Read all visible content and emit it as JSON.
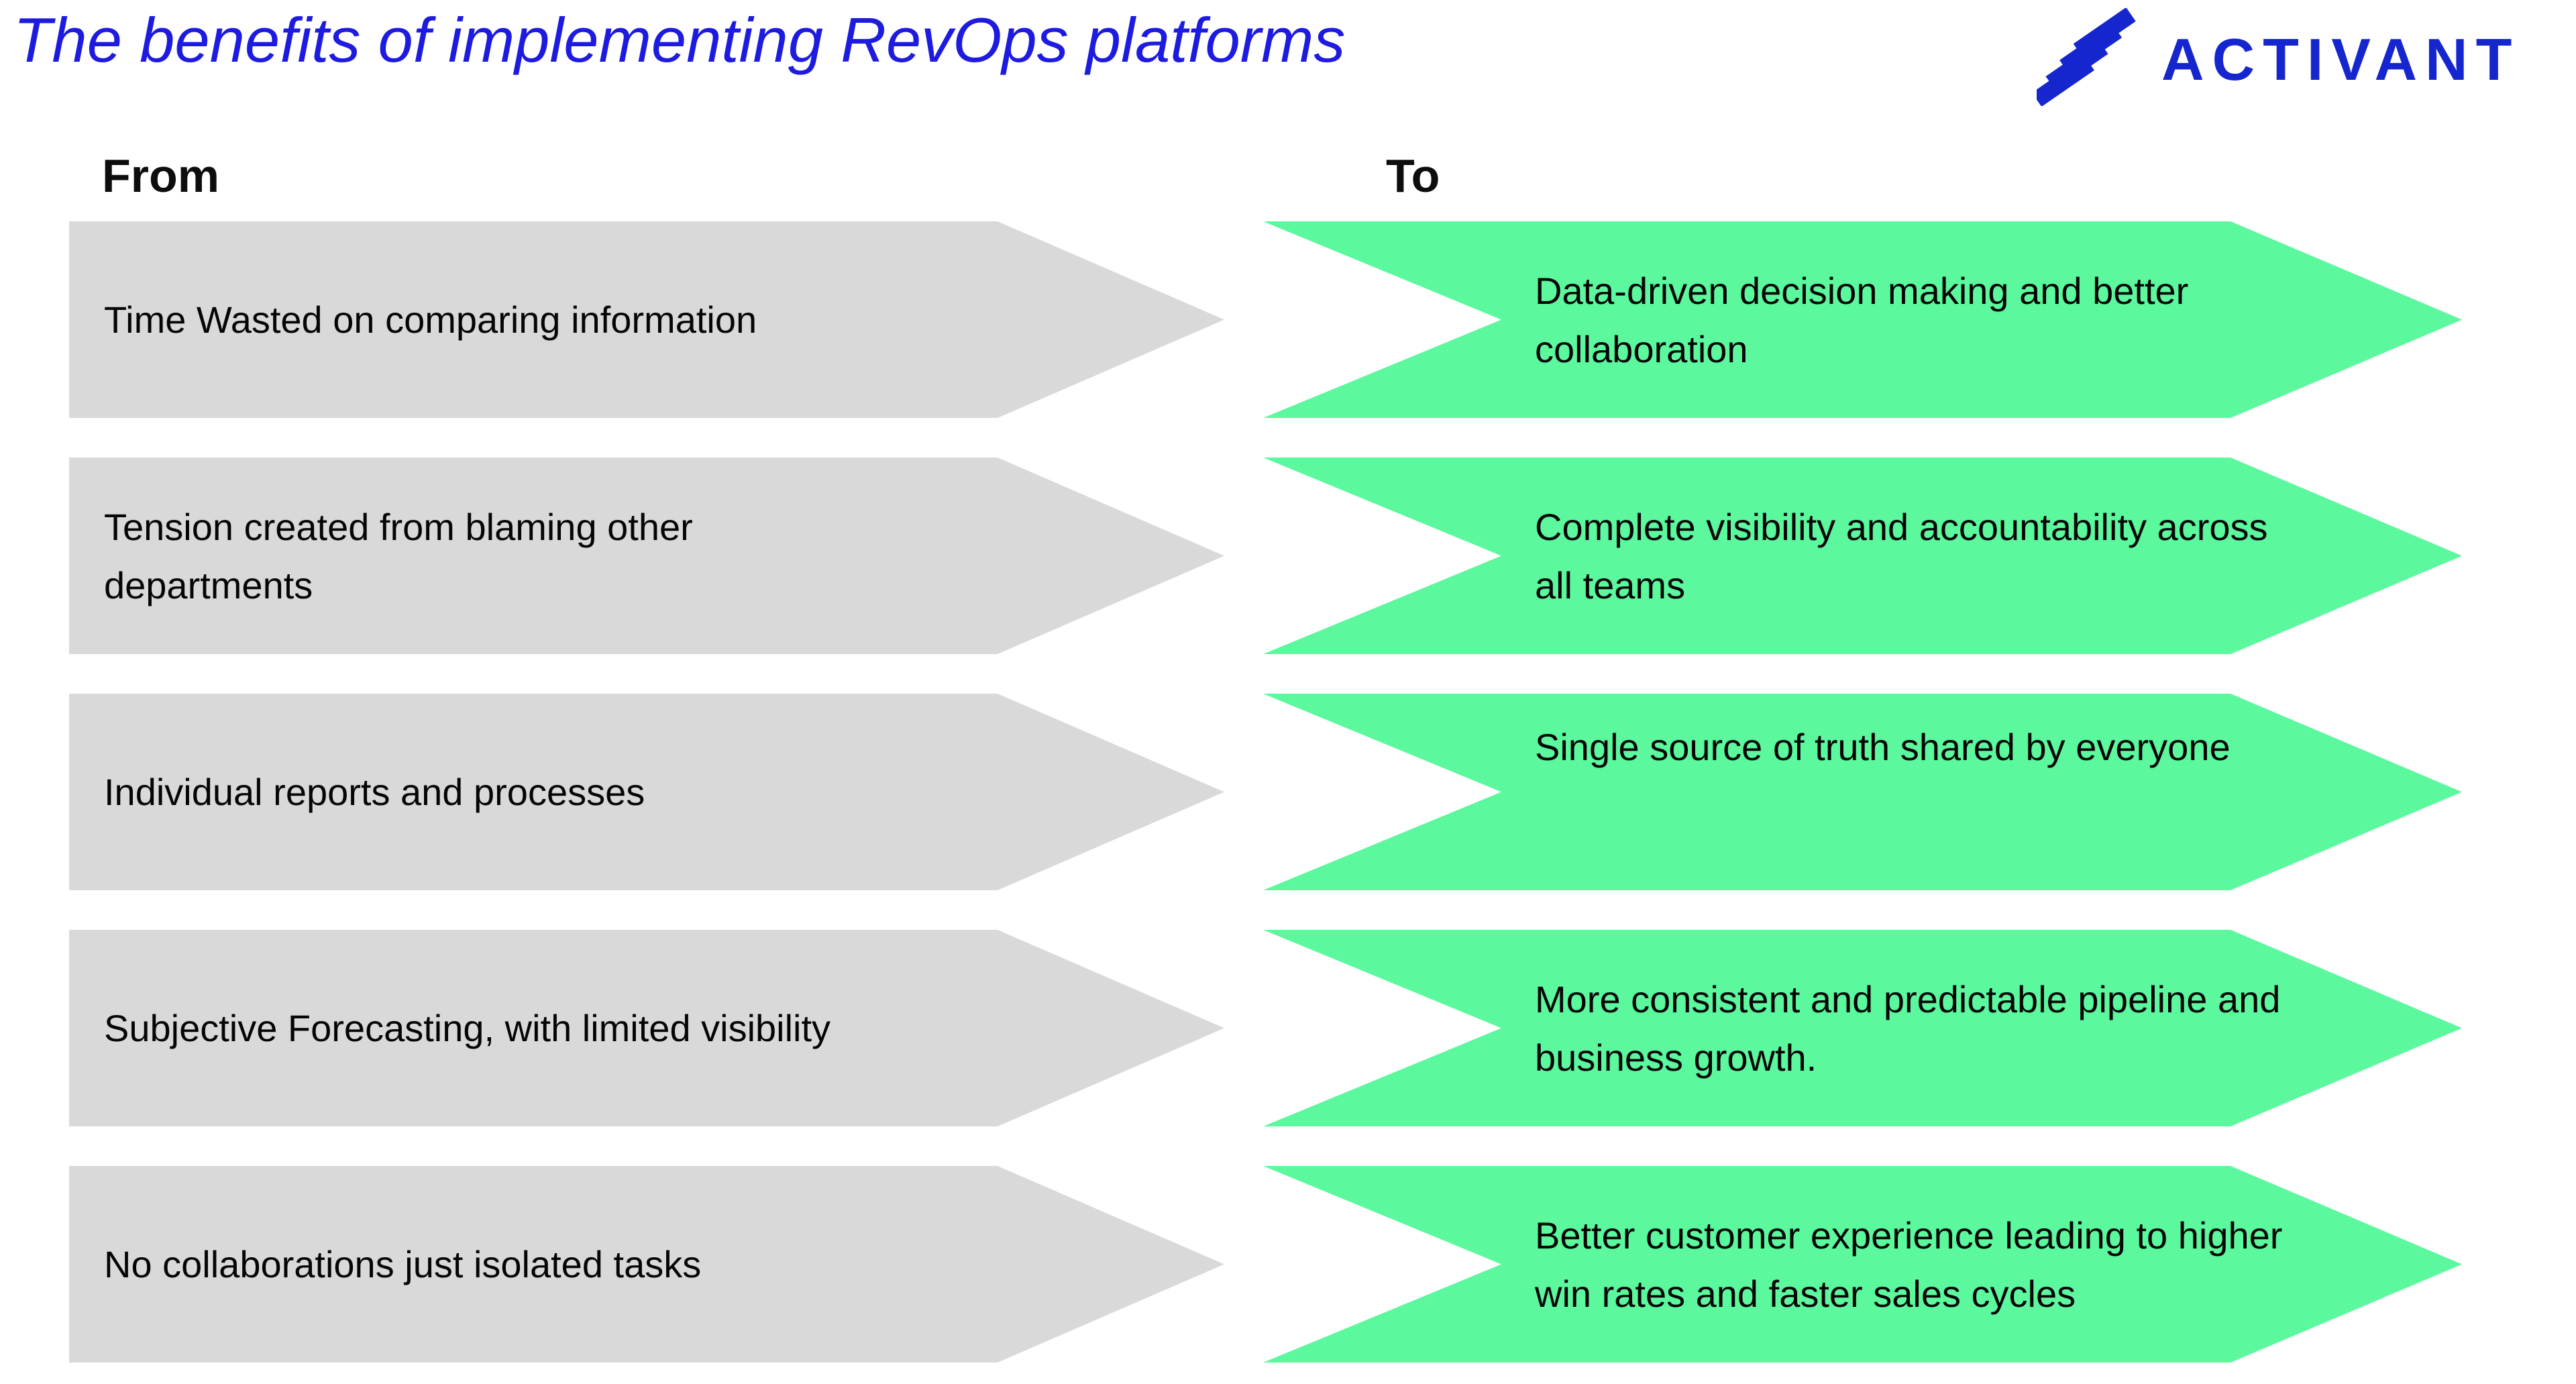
{
  "title": "The benefits of implementing RevOps platforms",
  "logo": {
    "brand": "ACTIVANT",
    "icon": "activant-slashes-icon"
  },
  "columns": {
    "from_label": "From",
    "to_label": "To"
  },
  "rows": [
    {
      "from": "Time Wasted on comparing information",
      "to": "Data-driven decision making and better collaboration"
    },
    {
      "from": "Tension created from blaming other departments",
      "to": "Complete visibility and accountability across all teams"
    },
    {
      "from": "Individual reports and processes",
      "to": "Single source of truth shared by everyone"
    },
    {
      "from": "Subjective Forecasting, with limited visibility",
      "to": "More consistent and predictable pipeline and business growth."
    },
    {
      "from": "No collaborations just isolated tasks",
      "to": "Better customer experience leading to higher win rates and faster sales cycles"
    }
  ],
  "colors": {
    "from_arrow_gray": "#d9d9d9",
    "to_arrow_green": "#5bf89d",
    "title_blue": "#1e1be0",
    "logo_blue": "#1626cf",
    "body_text": "#050505"
  }
}
